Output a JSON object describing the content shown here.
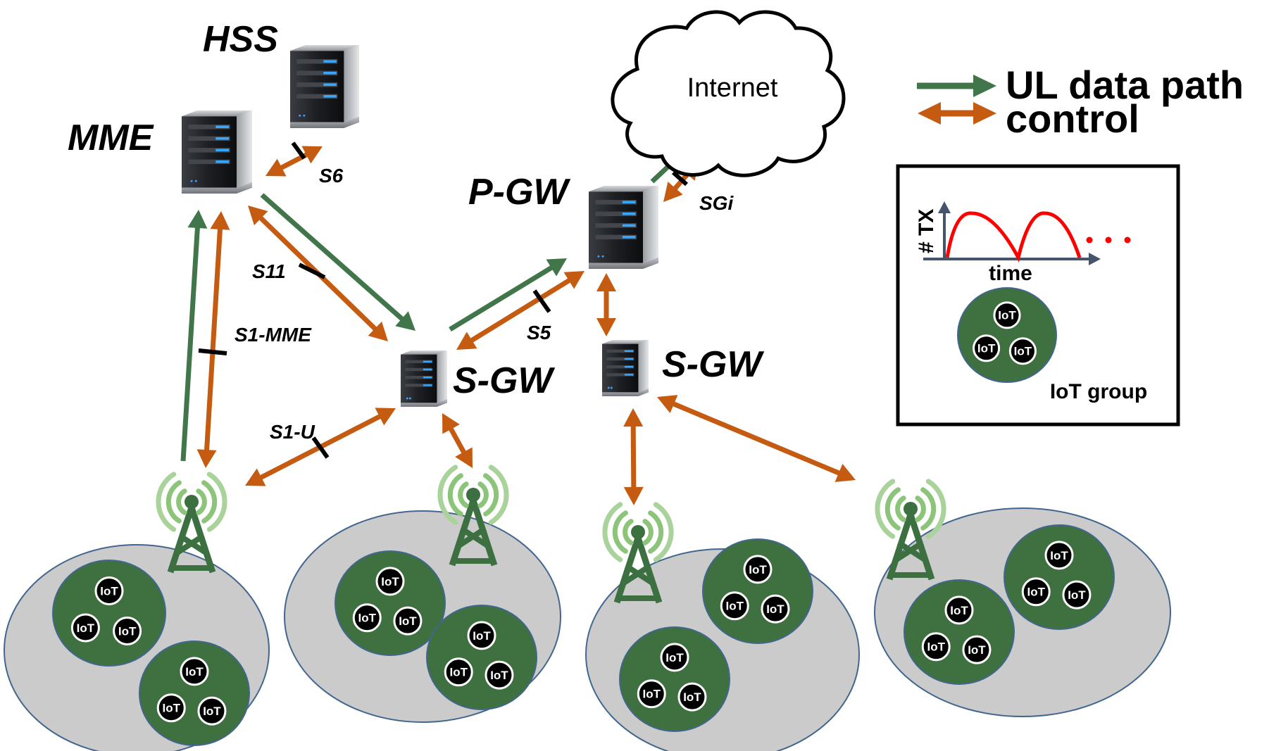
{
  "nodes": {
    "hss": "HSS",
    "mme": "MME",
    "pgw": "P-GW",
    "sgw_left": "S-GW",
    "sgw_right": "S-GW",
    "internet": "Internet"
  },
  "interfaces": {
    "s6": "S6",
    "s11": "S11",
    "s1_mme": "S1-MME",
    "s1_u": "S1-U",
    "s5": "S5",
    "sgi": "SGi"
  },
  "legend": {
    "ul_data_path": "UL data path",
    "control": "control",
    "ul_color": "#41754a",
    "control_color": "#c55a11"
  },
  "inset": {
    "y_axis": "# TX",
    "x_axis": "time",
    "group_label": "IoT group"
  },
  "iot_label": "IoT",
  "colors": {
    "group_fill": "#3f7040",
    "cell_fill": "#cbcbcb",
    "wave_light": "#8cc47a",
    "tower": "#3d7040",
    "curve": "#ff0000"
  }
}
